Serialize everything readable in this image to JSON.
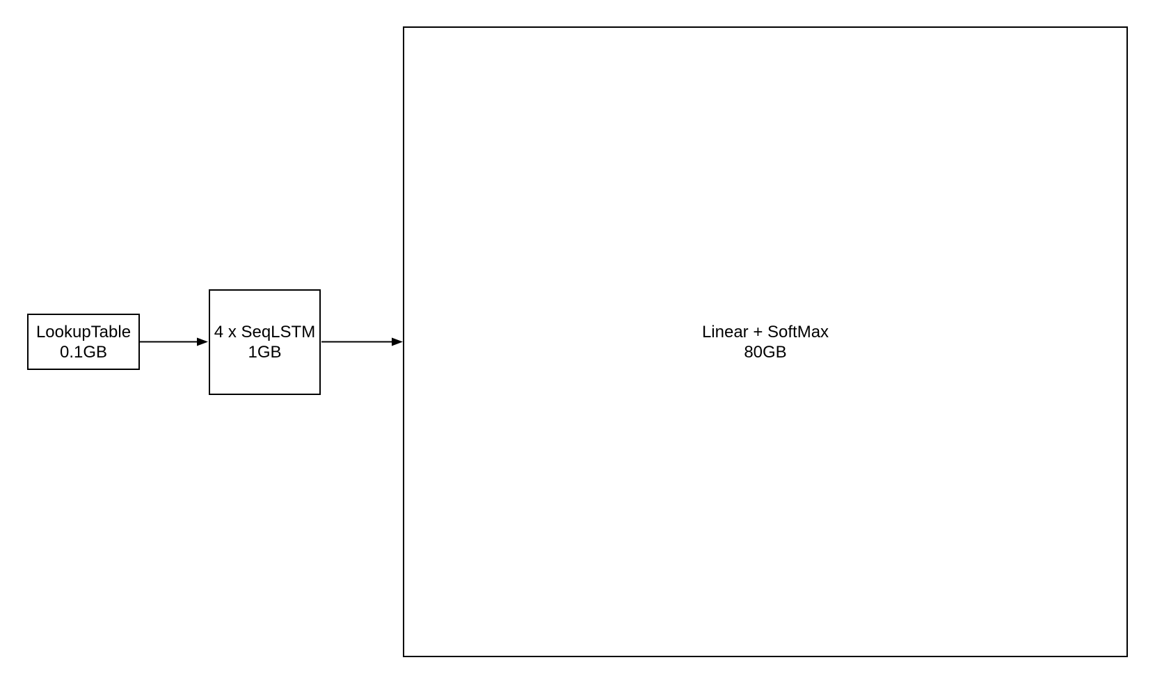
{
  "diagram": {
    "background_color": "#ffffff",
    "node_border_color": "#000000",
    "node_fill_color": "#ffffff",
    "text_color": "#000000",
    "nodes": [
      {
        "id": "lookuptable",
        "label": "LookupTable",
        "size": "0.1GB"
      },
      {
        "id": "seqlstm",
        "label": "4 x SeqLSTM",
        "size": "1GB"
      },
      {
        "id": "linear-softmax",
        "label": "Linear + SoftMax",
        "size": "80GB"
      }
    ],
    "edges": [
      {
        "from": "LookupTable",
        "to": "4 x SeqLSTM"
      },
      {
        "from": "4 x SeqLSTM",
        "to": "Linear + SoftMax"
      }
    ]
  }
}
